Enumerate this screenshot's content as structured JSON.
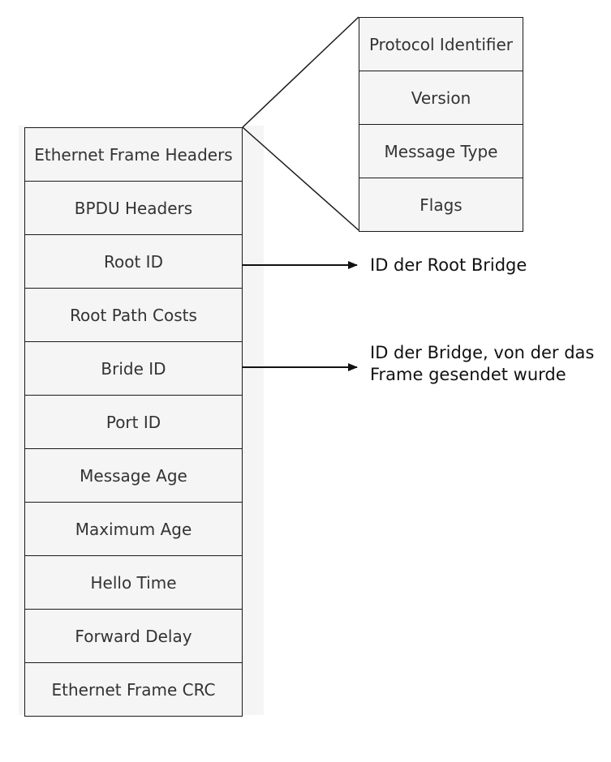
{
  "bpdu_stack": {
    "fields": [
      "Ethernet Frame Headers",
      "BPDU Headers",
      "Root ID",
      "Root Path Costs",
      "Bride ID",
      "Port ID",
      "Message Age",
      "Maximum Age",
      "Hello Time",
      "Forward Delay",
      "Ethernet Frame CRC"
    ]
  },
  "header_detail": {
    "fields": [
      "Protocol Identifier",
      "Version",
      "Message Type",
      "Flags"
    ]
  },
  "annotations": {
    "root_id": "ID der Root Bridge",
    "bridge_id_line1": "ID der Bridge, von der das",
    "bridge_id_line2": "Frame gesendet wurde"
  },
  "colors": {
    "line": "#1a1a1a",
    "cell_fill": "#f5f5f5",
    "cell_text": "#333333"
  }
}
